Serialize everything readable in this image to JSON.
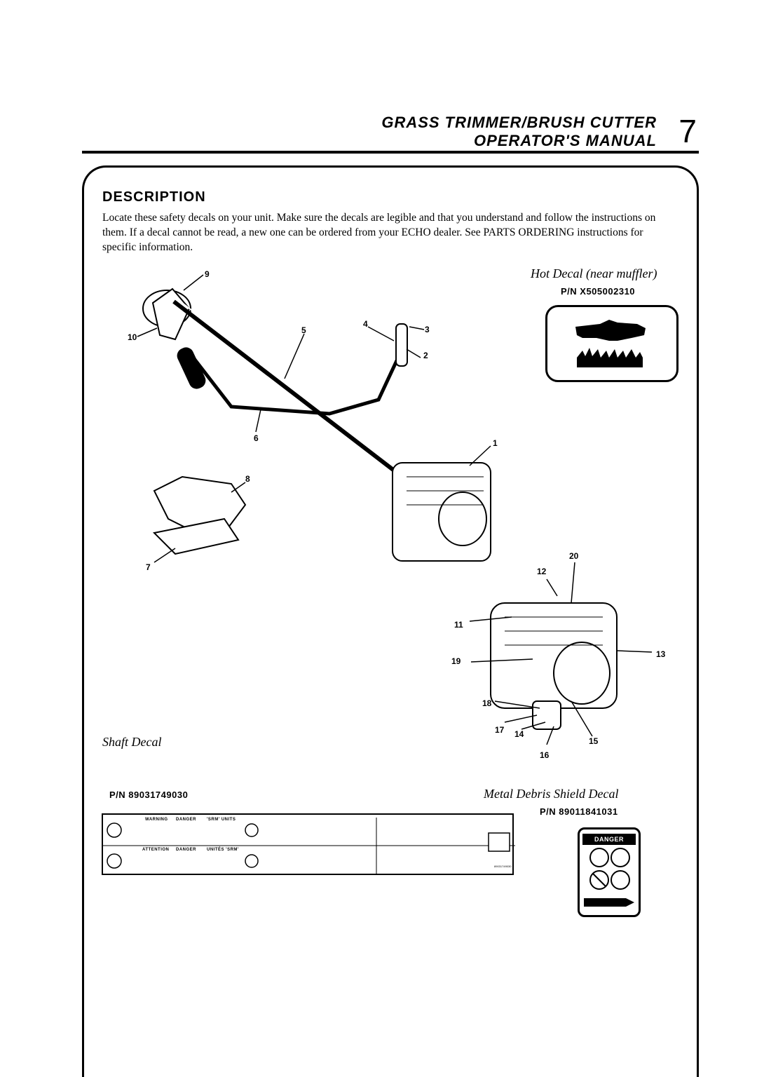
{
  "header": {
    "line1": "Grass Trimmer/Brush Cutter",
    "line2": "Operator's Manual",
    "page_number": "7"
  },
  "section": {
    "title": "Description",
    "body": "Locate these safety decals on your unit.  Make sure the decals are legible and that you understand and follow the instructions on them.  If a decal cannot be read, a new one can be ordered from your ECHO dealer.  See PARTS ORDERING instructions for specific information."
  },
  "hot_decal": {
    "title": "Hot Decal (near muffler)",
    "part_number": "P/N X505002310"
  },
  "shaft_decal": {
    "title": "Shaft Decal",
    "part_number": "P/N 89031749030",
    "row1_heading": [
      "WARNING",
      "DANGER",
      "'SRM' UNITS"
    ],
    "row2_heading": [
      "ATTENTION",
      "DANGER",
      "UNITÉS 'SRM'"
    ],
    "code": "89031749030"
  },
  "metal_decal": {
    "title": "Metal Debris Shield Decal",
    "part_number": "P/N 89011841031",
    "danger_label": "DANGER"
  },
  "callouts": {
    "n1": "1",
    "n2": "2",
    "n3": "3",
    "n4": "4",
    "n5": "5",
    "n6": "6",
    "n7": "7",
    "n8": "8",
    "n9": "9",
    "n10": "10",
    "n11": "11",
    "n12": "12",
    "n13": "13",
    "n14": "14",
    "n15": "15",
    "n16": "16",
    "n17": "17",
    "n18": "18",
    "n19": "19",
    "n20": "20"
  }
}
